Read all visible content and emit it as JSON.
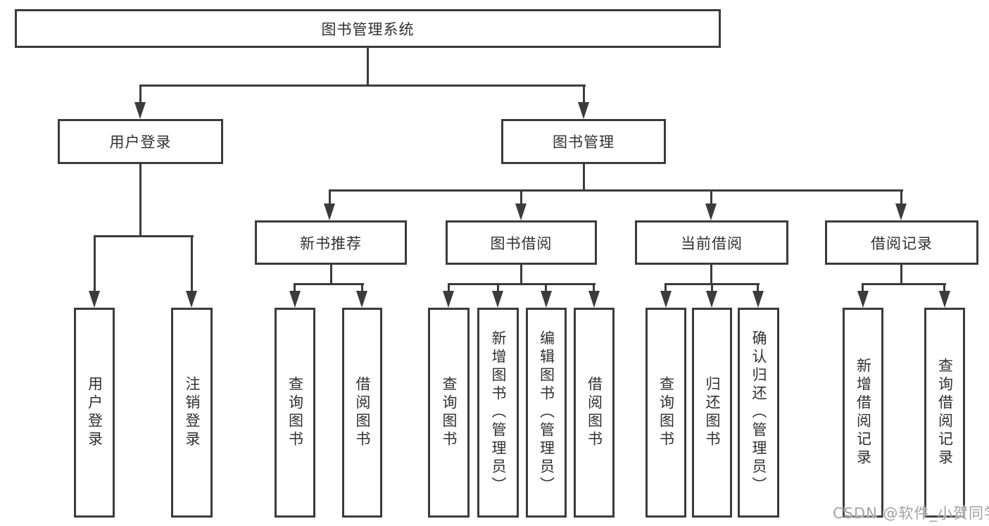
{
  "diagram": {
    "root": "图书管理系统",
    "level1": {
      "user": "用户登录",
      "book": "图书管理"
    },
    "user_children": [
      "用户登录",
      "注销登录"
    ],
    "level2": [
      "新书推荐",
      "图书借阅",
      "当前借阅",
      "借阅记录"
    ],
    "new_book_children": [
      "查询图书",
      "借阅图书"
    ],
    "borrow_children": [
      "查询图书",
      "新增图书（管理员）",
      "编辑图书（管理员）",
      "借阅图书"
    ],
    "current_children": [
      "查询图书",
      "归还图书",
      "确认归还（管理员）"
    ],
    "records_children": [
      "新增借阅记录",
      "查询借阅记录"
    ]
  },
  "watermark": "CSDN @软件_小贺同学",
  "colors": {
    "line": "#3b3b3b",
    "text": "#303030",
    "watermark": "#a2a2a2",
    "background": "#ffffff"
  }
}
